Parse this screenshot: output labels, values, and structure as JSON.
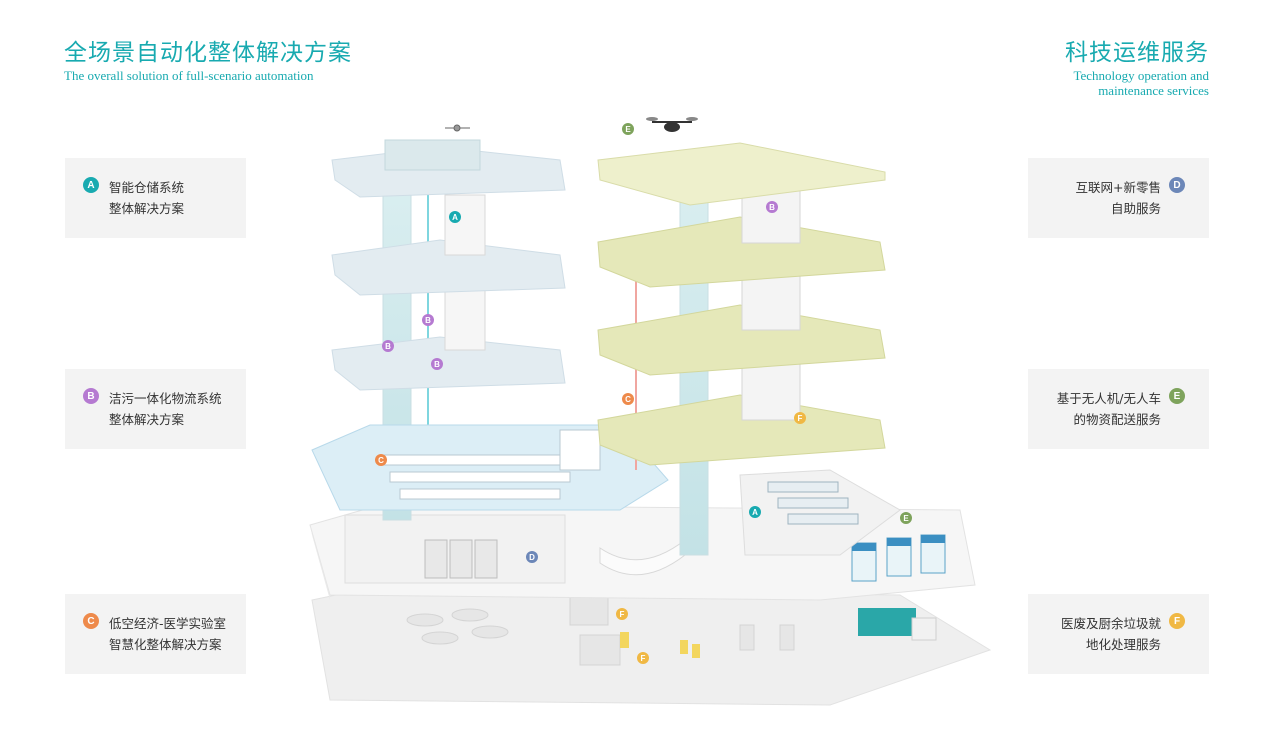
{
  "header_left": {
    "title_cn": "全场景自动化整体解决方案",
    "title_en": "The overall solution of full-scenario automation"
  },
  "header_right": {
    "title_cn": "科技运维服务",
    "title_en_line1": "Technology operation and",
    "title_en_line2": "maintenance services"
  },
  "colors": {
    "teal": "#18aab0",
    "A": "#18aab0",
    "B": "#b57ad1",
    "C": "#ee8a4b",
    "D": "#6c87b8",
    "E": "#7ea35c",
    "F": "#f0b844"
  },
  "left_cards": [
    {
      "badge": "A",
      "line1": "智能仓储系统",
      "line2": "整体解决方案"
    },
    {
      "badge": "B",
      "line1": "洁污一体化物流系统",
      "line2": "整体解决方案"
    },
    {
      "badge": "C",
      "line1": "低空经济-医学实验室",
      "line2": "智慧化整体解决方案"
    }
  ],
  "right_cards": [
    {
      "badge": "D",
      "line1": "互联网+新零售",
      "line2": "自助服务"
    },
    {
      "badge": "E",
      "line1": "基于无人机/无人车",
      "line2": "的物资配送服务"
    },
    {
      "badge": "F",
      "line1": "医废及厨余垃圾就",
      "line2": "地化处理服务"
    }
  ],
  "scene_markers": [
    "E",
    "A",
    "B",
    "B",
    "B",
    "B",
    "C",
    "C",
    "D",
    "A",
    "E",
    "F",
    "F",
    "F"
  ]
}
